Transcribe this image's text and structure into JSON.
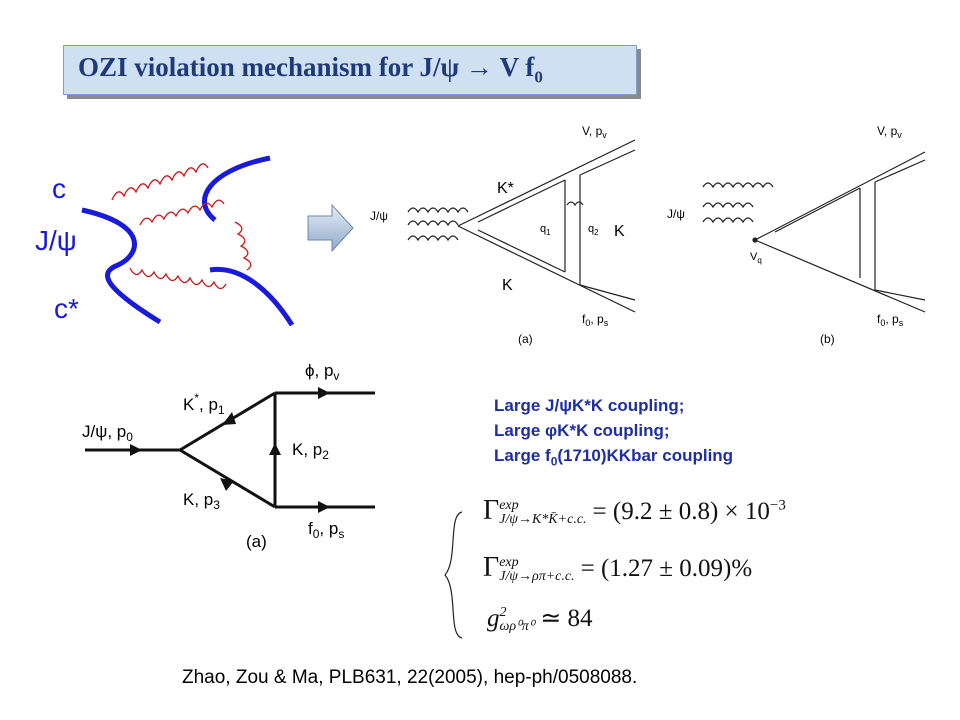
{
  "title": {
    "main": "OZI violation mechanism for J/ψ → V f",
    "sub": "0"
  },
  "left_diagram": {
    "c": "c",
    "jpsi": "J/ψ",
    "cstar": "c*"
  },
  "diagram_a_top": {
    "vp": "V, p",
    "vp_sub": "v",
    "jpsi": "J/ψ",
    "kstar": "K*",
    "q1": "q",
    "q1_sub": "1",
    "q2": "q",
    "q2_sub": "2",
    "k_right": "K",
    "k_lower": "K",
    "f0": "f",
    "f0_sub": "0",
    "f0_p": ", p",
    "f0_p_sub": "s",
    "caption": "(a)"
  },
  "diagram_b_top": {
    "vp": "V, p",
    "vp_sub": "v",
    "jpsi": "J/ψ",
    "vq": "V",
    "vq_sub": "q",
    "f0": "f",
    "f0_sub": "0",
    "f0_p": ", p",
    "f0_p_sub": "s",
    "caption": "(b)"
  },
  "diagram_bottom": {
    "phi": "ϕ, p",
    "phi_sub": "v",
    "jpsi": "J/ψ, p",
    "jpsi_sub": "0",
    "kstar": "K",
    "kstar_p": ", p",
    "kstar_sub": "1",
    "k2": "K, p",
    "k2_sub": "2",
    "k3": "K, p",
    "k3_sub": "3",
    "f0": "f",
    "f0_sub": "0",
    "f0_p": ", p",
    "f0_p_sub": "s",
    "caption": "(a)"
  },
  "couplings": {
    "line1": "Large J/ψK*K coupling;",
    "line2": "Large φK*K coupling;",
    "line3_a": "Large f",
    "line3_sub": "0",
    "line3_b": "(1710)KKbar coupling"
  },
  "equations": {
    "eq1_sup": "exp",
    "eq1_sub": "J/ψ→K*K̄+c.c.",
    "eq1_rhs": "= (9.2 ± 0.8) × 10",
    "eq1_exp": "−3",
    "eq2_sup": "exp",
    "eq2_sub": "J/ψ→ρπ+c.c.",
    "eq2_rhs": "= (1.27 ± 0.09)%",
    "eq3_lhs": "g",
    "eq3_sup": "2",
    "eq3_sub": "ωρ⁰π⁰",
    "eq3_rhs": "≃ 84"
  },
  "citation": "Zhao, Zou & Ma, PLB631, 22(2005), hep-ph/0508088.",
  "colors": {
    "quark": "#1a1adb",
    "gluon": "#c41818",
    "title_bg": "#cfe0f2",
    "title_text": "#1f3a78",
    "coupling_text": "#1f2ea0"
  }
}
